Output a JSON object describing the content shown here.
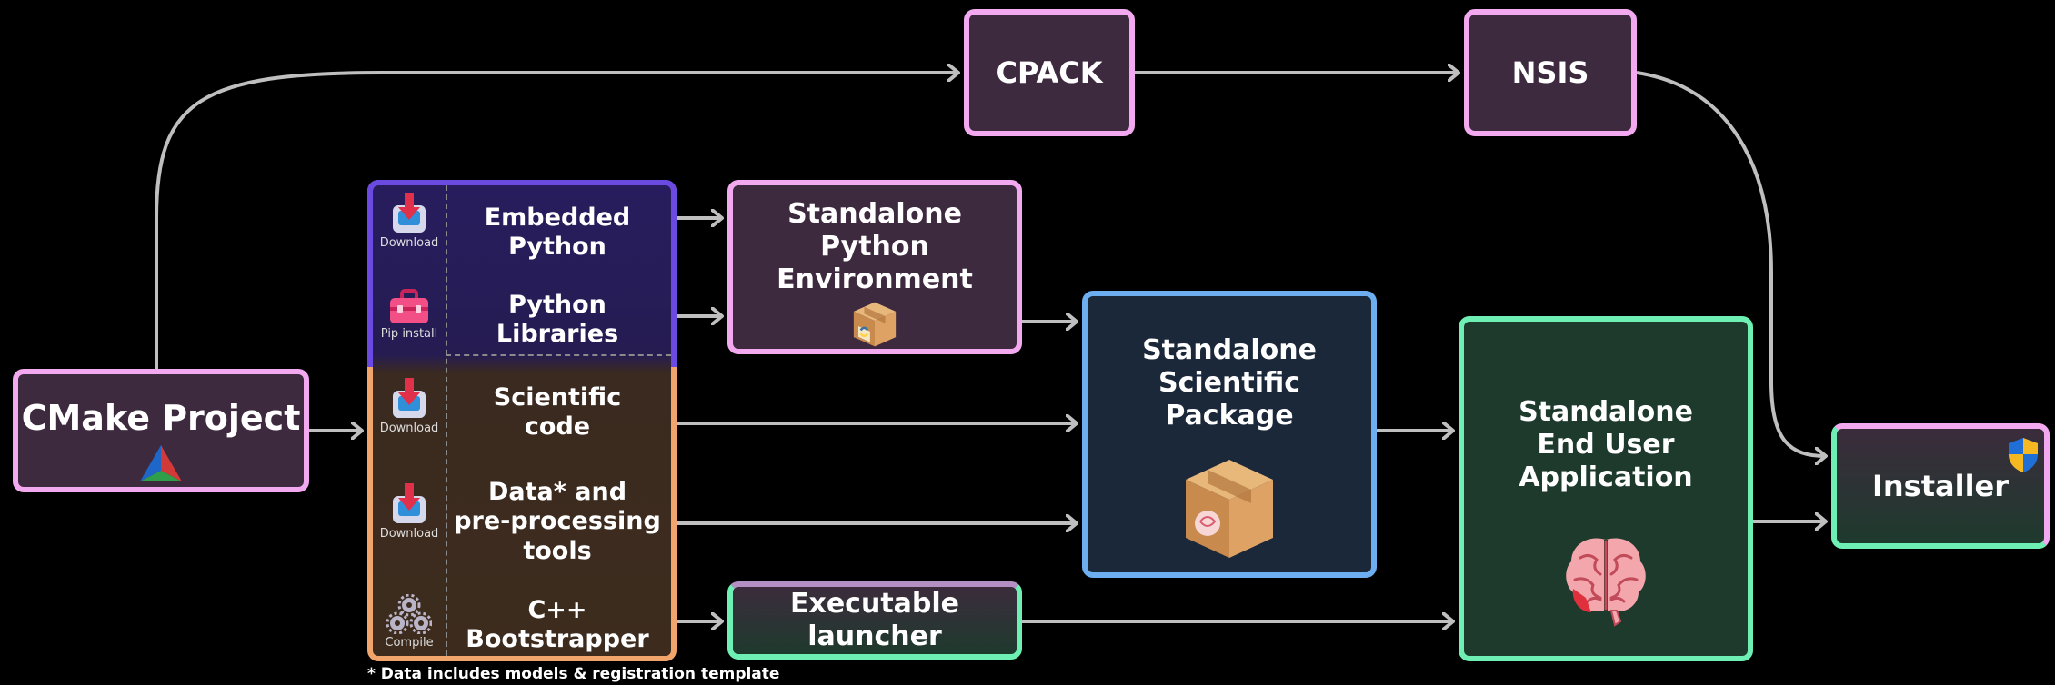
{
  "nodes": {
    "cmake": "CMake Project",
    "cpack": "CPACK",
    "nsis": "NSIS",
    "python_env": [
      "Standalone",
      "Python Environment"
    ],
    "scientific_package": [
      "Standalone",
      "Scientific",
      "Package"
    ],
    "end_user_app": [
      "Standalone",
      "End User",
      "Application"
    ],
    "installer": "Installer",
    "launcher": "Executable launcher"
  },
  "source_panel": {
    "rows": [
      {
        "action": "Download",
        "label": [
          "Embedded Python"
        ]
      },
      {
        "action": "Pip install",
        "label": [
          "Python Libraries"
        ]
      },
      {
        "action": "Download",
        "label": [
          "Scientific",
          "code"
        ]
      },
      {
        "action": "Download",
        "label": [
          "Data* and",
          "pre-processing",
          "tools"
        ]
      },
      {
        "action": "Compile",
        "label": [
          "C++ Bootstrapper"
        ]
      }
    ]
  },
  "footnote": "* Data includes models & registration template",
  "colors": {
    "pink": "#f3a9f0",
    "blue": "#6daef0",
    "green": "#6ef0b4",
    "purple": "#6a4ae0",
    "orange": "#f2a56a",
    "connector": "#bfbfbf"
  },
  "icons": {
    "download": "download-tray-icon",
    "pip": "toolbox-icon",
    "compile": "gears-icon",
    "cmake": "cmake-triangle-icon",
    "package": "cardboard-box-icon",
    "brain": "brain-icon",
    "shield": "shield-icon"
  }
}
